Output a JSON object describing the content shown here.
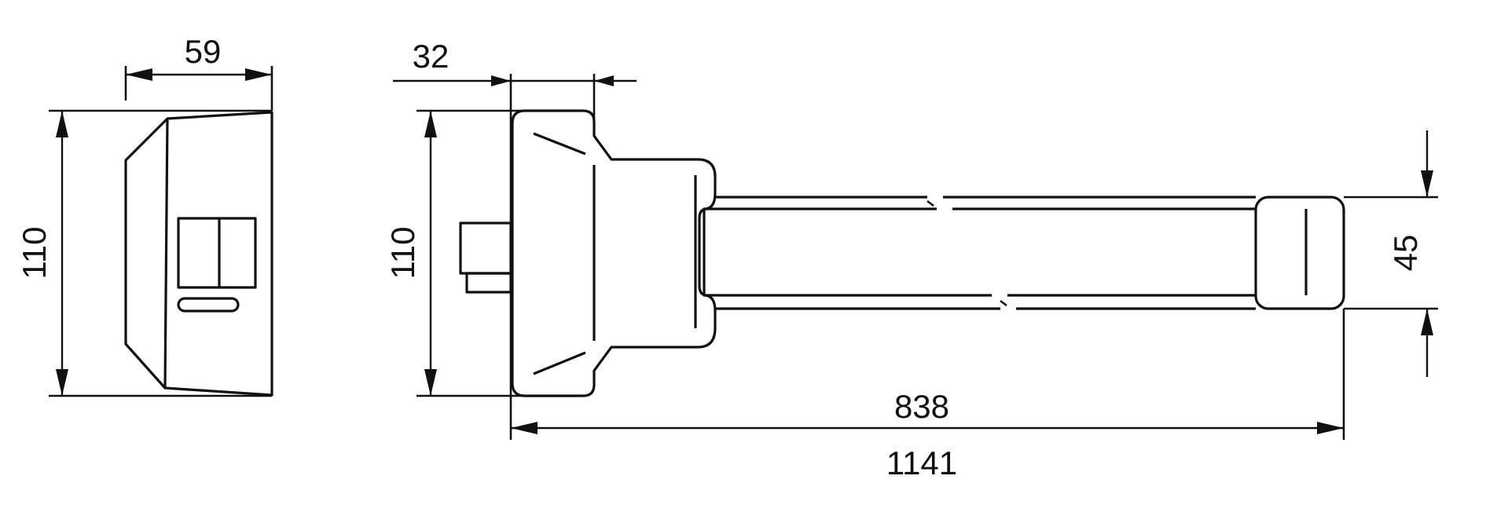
{
  "dimensions": {
    "side_width": "59",
    "side_height": "110",
    "front_height": "110",
    "depth": "32",
    "tube_diameter": "45",
    "inner_length": "838",
    "overall_length": "1141"
  },
  "colors": {
    "line": "#111111",
    "background": "#ffffff"
  }
}
